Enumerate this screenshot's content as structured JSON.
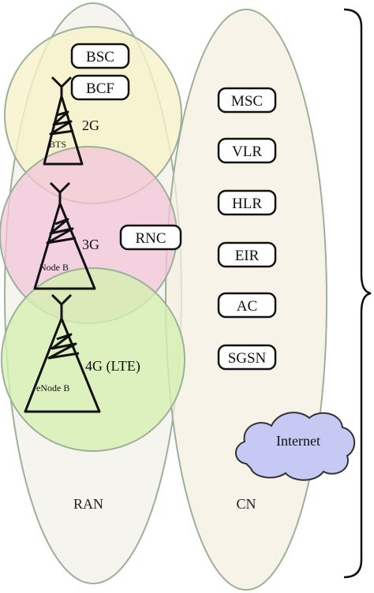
{
  "regions": {
    "ran": "RAN",
    "cn": "CN"
  },
  "ran_nodes": {
    "bsc": "BSC",
    "bcf": "BCF",
    "rnc": "RNC"
  },
  "cells": [
    {
      "generation": "2G",
      "station": "BTS",
      "color": "#f7f3c9"
    },
    {
      "generation": "3G",
      "station": "Node B",
      "color": "#f3c6d9"
    },
    {
      "generation": "4G (LTE)",
      "station": "eNode B",
      "color": "#d6f0b0"
    }
  ],
  "core_nodes": [
    "MSC",
    "VLR",
    "HLR",
    "EIR",
    "AC",
    "SGSN"
  ],
  "cloud": {
    "label": "Internet",
    "color": "#c5c9f3"
  },
  "colors": {
    "ran_ellipse": "#f1f0ea",
    "cn_ellipse": "#f6efe1",
    "ellipse_stroke": "#9bb19a"
  }
}
